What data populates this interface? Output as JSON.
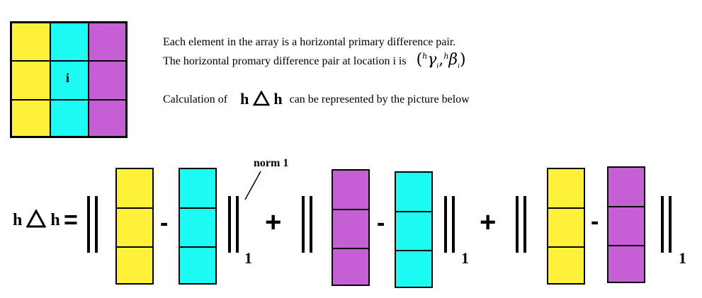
{
  "colors": {
    "yellow": "#fff03a",
    "cyan": "#1cfaf4",
    "purple": "#c65fd6"
  },
  "grid": {
    "center_label": "i"
  },
  "text": {
    "line1": "Each element in the array is a horizontal primary difference pair.",
    "line2": "The horizontal promary difference pair at location i is",
    "pair_open": "(",
    "pair_sup1": "h",
    "pair_gamma": "γ",
    "pair_sub1": "i",
    "pair_comma": ",",
    "pair_sup2": "h",
    "pair_beta": "β",
    "pair_sub2": "i",
    "pair_close": ")",
    "line3_prefix": "Calculation of",
    "hdh_h1": "h",
    "hdh_h2": "h",
    "line3_suffix": "can be represented by the picture below"
  },
  "equation": {
    "lhs_h1": "h",
    "lhs_h2": "h",
    "equals": "=",
    "minus": "-",
    "plus": "+",
    "norm_subscript": "1",
    "norm_label": "norm 1"
  }
}
